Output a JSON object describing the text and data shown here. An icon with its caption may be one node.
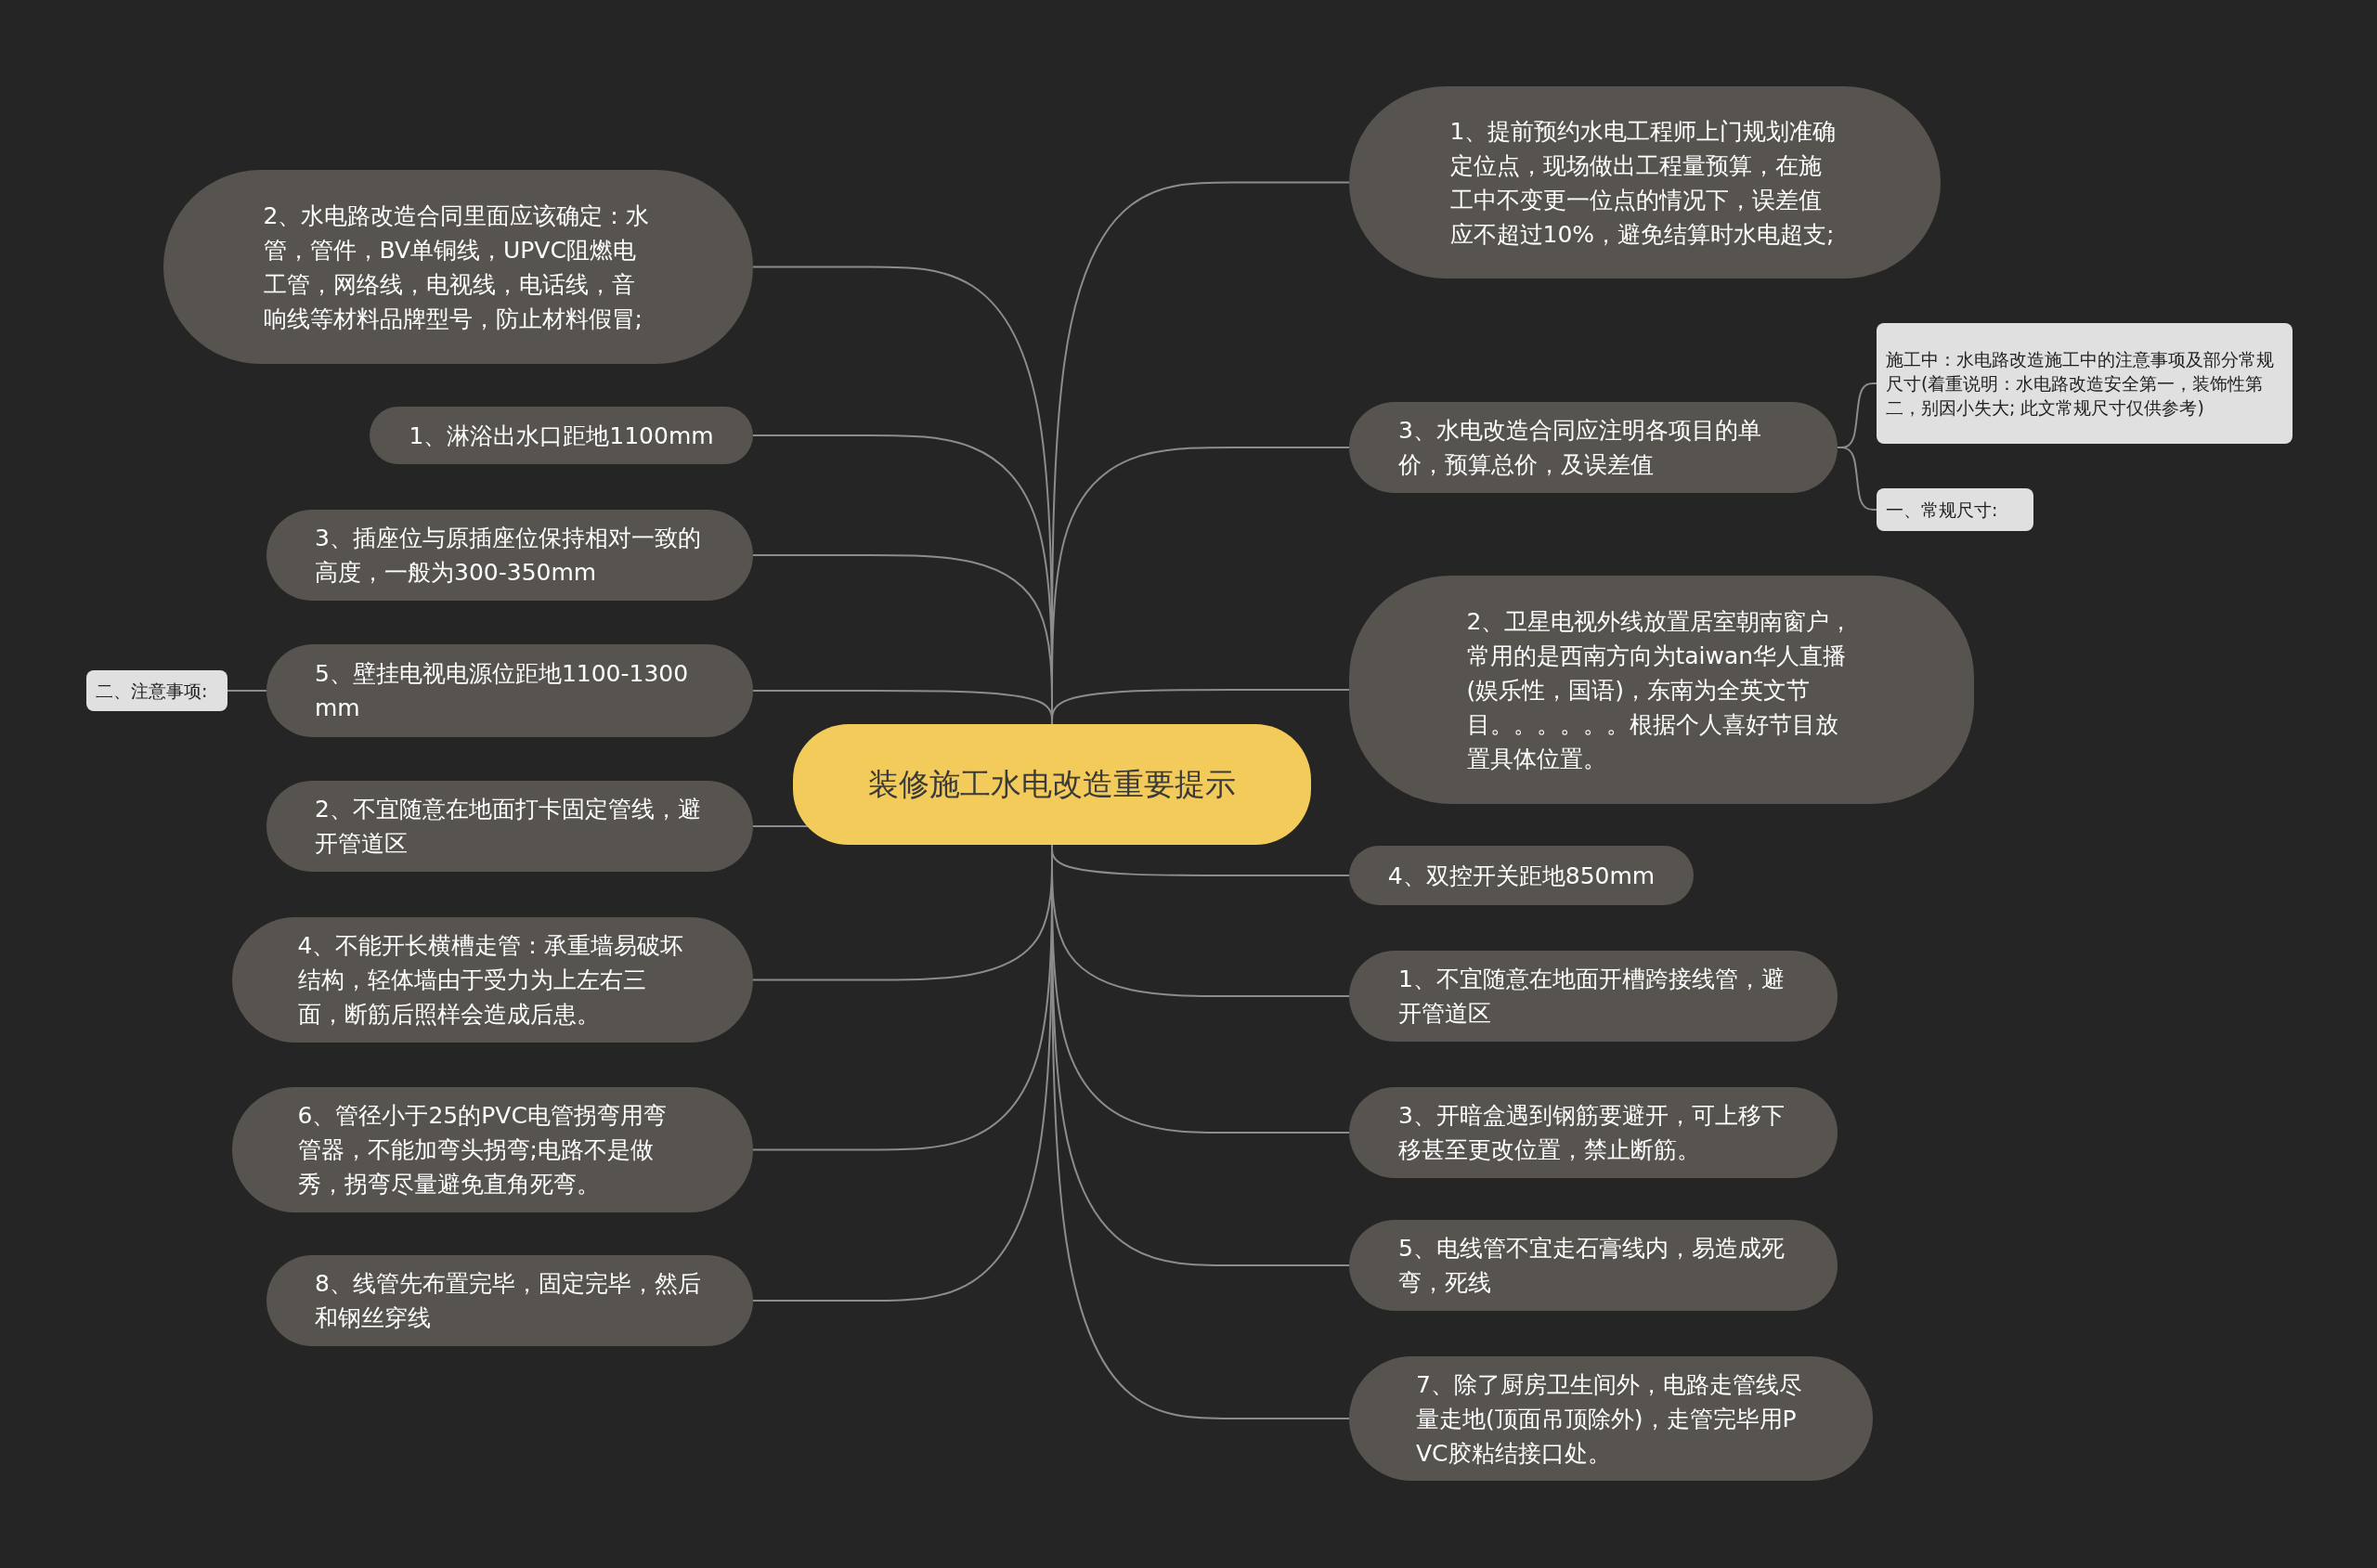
{
  "diagram": {
    "nodes": [
      {
        "text": [
          "装修施工水电改造重要提示"
        ]
      },
      {
        "text": [
          "2、水电路改造合同里面应该确定：水管，管件，BV单铜线，UPVC阻燃电工管，网络线，电视线，电话线，音响线等材料品牌型号，防止材料假冒;"
        ]
      },
      {
        "text": [
          "1、淋浴出水口距地1100mm"
        ]
      },
      {
        "text": [
          "3、插座位与原插座位保持相对一致的高度，一般为300-350mm"
        ]
      },
      {
        "text": [
          "5、壁挂电视电源位距地1100-1300mm"
        ]
      },
      {
        "text": [
          "二、注意事项:"
        ]
      },
      {
        "text": [
          "2、不宜随意在地面打卡固定管线，避开管道区"
        ]
      },
      {
        "text": [
          "4、不能开长横槽走管：承重墙易破坏结构，轻体墙由于受力为上左右三面，断筋后照样会造成后患。"
        ]
      },
      {
        "text": [
          "6、管径小于25的PVC电管拐弯用弯管器，不能加弯头拐弯;电路不是做秀，拐弯尽量避免直角死弯。"
        ]
      },
      {
        "text": [
          "8、线管先布置完毕，固定完毕，然后和钢丝穿线"
        ]
      },
      {
        "text": [
          "1、提前预约水电工程师上门规划准确定位点，现场做出工程量预算，在施工中不变更一位点的情况下，误差值应不超过10%，避免结算时水电超支;"
        ]
      },
      {
        "text": [
          "3、水电改造合同应注明各项目的单价，预算总价，及误差值"
        ]
      },
      {
        "text": [
          "施工中：水电路改造施工中的注意事项及部分常规尺寸(着重说明：水电路改造安全第一，装饰性第二，别因小失大; 此文常规尺寸仅供参考)"
        ]
      },
      {
        "text": [
          "一、常规尺寸:"
        ]
      },
      {
        "text": [
          "2、卫星电视外线放置居室朝南窗户，常用的是西南方向为taiwan华人直播(娱乐性，国语)，东南为全英文节目。。。。。。根据个人喜好节目放置具体位置。"
        ]
      },
      {
        "text": [
          "4、双控开关距地850mm"
        ]
      },
      {
        "text": [
          "1、不宜随意在地面开槽跨接线管，避开管道区"
        ]
      },
      {
        "text": [
          "3、开暗盒遇到钢筋要避开，可上移下移甚至更改位置，禁止断筋。"
        ]
      },
      {
        "text": [
          "5、电线管不宜走石膏线内，易造成死弯，死线"
        ]
      },
      {
        "text": [
          "7、除了厨房卫生间外，电路走管线尽量走地(顶面吊顶除外)，走管完毕用PVC胶粘结接口处。"
        ]
      }
    ],
    "edges": [
      {
        "from": 0,
        "to": 1,
        "arrow": "none"
      },
      {
        "from": 0,
        "to": 2,
        "arrow": "none"
      },
      {
        "from": 0,
        "to": 3,
        "arrow": "none"
      },
      {
        "from": 0,
        "to": 4,
        "arrow": "none"
      },
      {
        "from": 4,
        "to": 5,
        "arrow": "none"
      },
      {
        "from": 0,
        "to": 6,
        "arrow": "none"
      },
      {
        "from": 0,
        "to": 7,
        "arrow": "none"
      },
      {
        "from": 0,
        "to": 8,
        "arrow": "none"
      },
      {
        "from": 0,
        "to": 9,
        "arrow": "none"
      },
      {
        "from": 0,
        "to": 10,
        "arrow": "none"
      },
      {
        "from": 0,
        "to": 11,
        "arrow": "none"
      },
      {
        "from": 11,
        "to": 12,
        "arrow": "none"
      },
      {
        "from": 11,
        "to": 13,
        "arrow": "none"
      },
      {
        "from": 0,
        "to": 14,
        "arrow": "none"
      },
      {
        "from": 0,
        "to": 15,
        "arrow": "none"
      },
      {
        "from": 0,
        "to": 16,
        "arrow": "none"
      },
      {
        "from": 0,
        "to": 17,
        "arrow": "none"
      },
      {
        "from": 0,
        "to": 18,
        "arrow": "none"
      },
      {
        "from": 0,
        "to": 19,
        "arrow": "none"
      }
    ]
  }
}
